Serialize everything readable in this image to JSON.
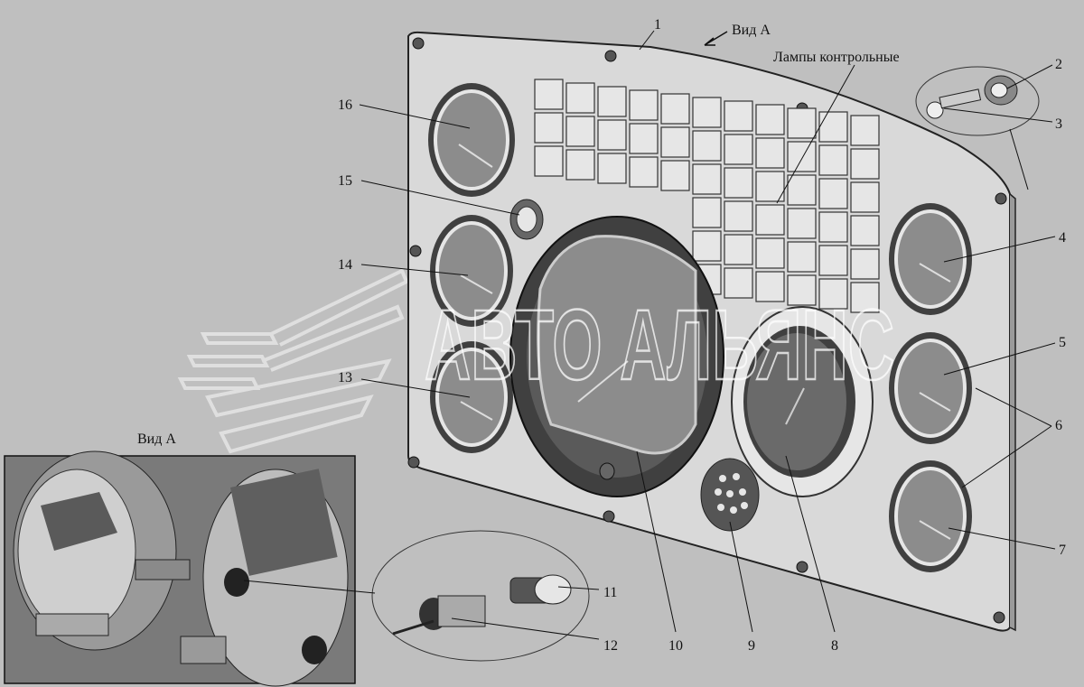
{
  "view_label_top": "Вид А",
  "view_label_inset": "Вид А",
  "control_lamps_label": "Лампы контрольные",
  "watermark": "АВТО АЛЬЯНС",
  "callouts": {
    "c1": "1",
    "c2": "2",
    "c3": "3",
    "c4": "4",
    "c5": "5",
    "c6": "6",
    "c7": "7",
    "c8": "8",
    "c9": "9",
    "c10": "10",
    "c11": "11",
    "c12": "12",
    "c13": "13",
    "c14": "14",
    "c15": "15",
    "c16": "16"
  },
  "colors": {
    "background": "#bfbfbf",
    "panel": "#d9d9d9",
    "gauge_glass": "#8c8c8c",
    "bezel": "#404040",
    "lamp": "#e6e6e6"
  }
}
